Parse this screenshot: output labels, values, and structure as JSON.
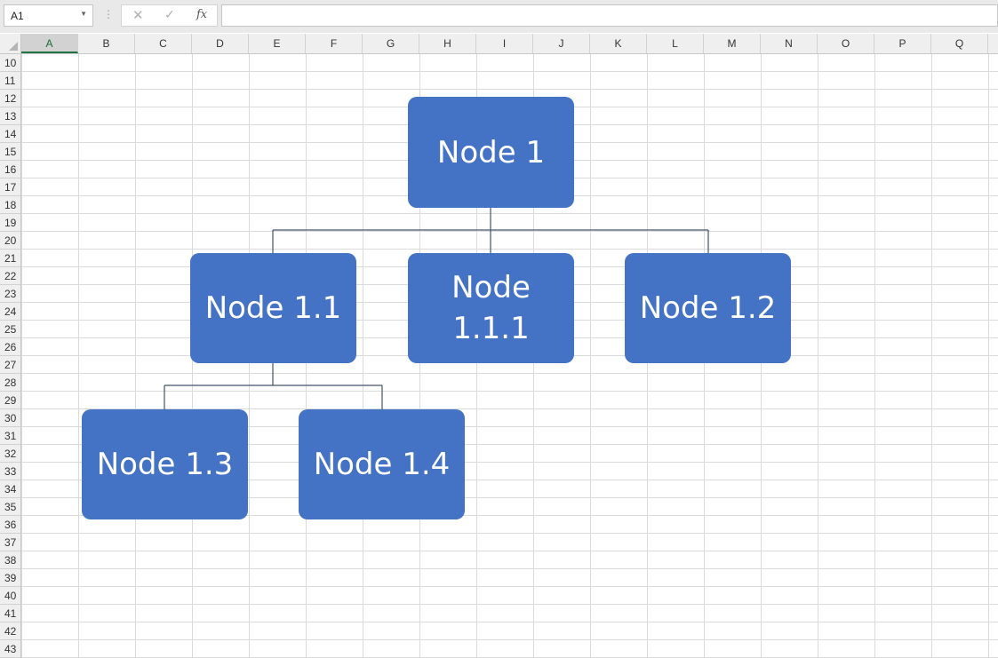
{
  "formula_bar": {
    "name_box": "A1",
    "separator": "⋮",
    "cancel_icon": "✕",
    "enter_icon": "✓",
    "fx_label": "fx",
    "formula": ""
  },
  "sheet": {
    "columns": [
      "A",
      "B",
      "C",
      "D",
      "E",
      "F",
      "G",
      "H",
      "I",
      "J",
      "K",
      "L",
      "M",
      "N",
      "O",
      "P",
      "Q"
    ],
    "selected_column": "A",
    "rows": [
      "10",
      "11",
      "12",
      "13",
      "14",
      "15",
      "16",
      "17",
      "18",
      "19",
      "20",
      "21",
      "22",
      "23",
      "24",
      "25",
      "26",
      "27",
      "28",
      "29",
      "30",
      "31",
      "32",
      "33",
      "34",
      "35",
      "36",
      "37",
      "38",
      "39",
      "40",
      "41",
      "42",
      "43"
    ]
  },
  "diagram": {
    "fill_color": "#4472c4",
    "line_color": "#44546a",
    "nodes": {
      "node_1": "Node 1",
      "node_1_1": "Node 1.1",
      "node_1_1_1": "Node 1.1.1",
      "node_1_2": "Node 1.2",
      "node_1_3": "Node 1.3",
      "node_1_4": "Node 1.4"
    }
  }
}
